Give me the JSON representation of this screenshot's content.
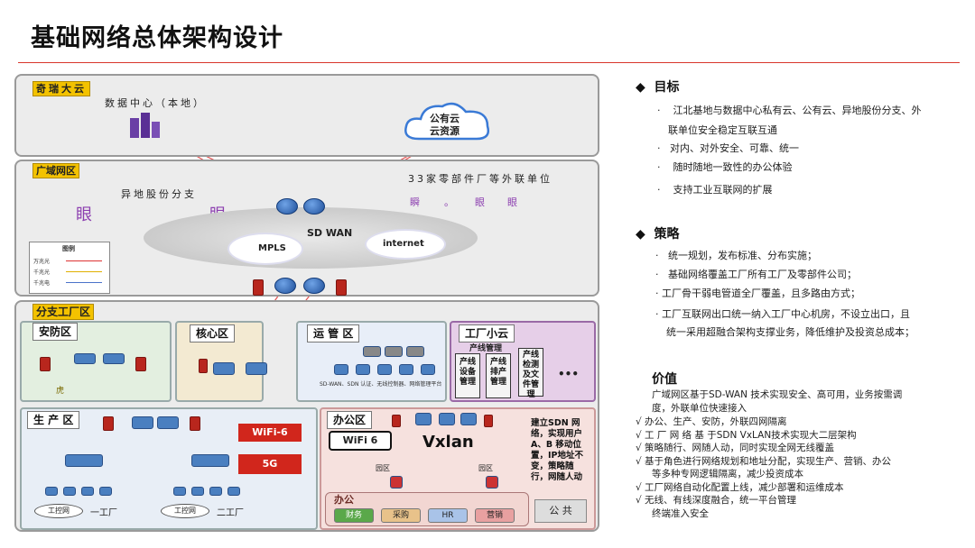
{
  "page": {
    "title": "基础网络总体架构设计"
  },
  "right": {
    "goal": {
      "heading": "目标",
      "items": [
        "江北基地与数据中心私有云、公有云、异地股份分支、外",
        "联单位安全稳定互联互通",
        "对内、对外安全、可靠、统一",
        "随时随地一致性的办公体验",
        "支持工业互联网的扩展"
      ]
    },
    "strategy": {
      "heading": "策略",
      "items": [
        "统一规划，发布标准、分布实施；",
        "基础网络覆盖工厂所有工厂及零部件公司；",
        "工厂骨干弱电管道全厂覆盖，且多路由方式；",
        "工厂互联网出口统一纳入工厂中心机房，不设立出口，且",
        "统一采用超融合架构支撑业务，降低维护及投资总成本；"
      ]
    },
    "value": {
      "heading": "价值",
      "lines": [
        "广域网区基于SD-WAN   技术实现安全、高可用，业务按需调",
        "度，外联单位快速接入",
        "√ 办公、生产、安防，外联四网隔离",
        "√ 工 厂 网 络 基 于SDN    VxLAN技术实现大二层架构",
        "√  策略随行、网随人动，同时实现全网无线覆盖",
        "√  基于角色进行网络规划和地址分配，实现生产、营销、办公",
        "等多种专网逻辑隔离，减少投资成本",
        "√ 工厂网络自动化配置上线，减少部署和运维成本",
        "√  无线、有线深度融合，统一平台管理",
        "终端准入安全"
      ]
    }
  },
  "diagram": {
    "cloud_panel": {
      "tag": "奇瑞大云",
      "datacenter": "数据中心（本地）",
      "public_cloud_1": "公有云",
      "public_cloud_2": "云资源"
    },
    "wan_panel": {
      "tag": "广域网区",
      "branch": "异地股份分支",
      "partners": "33家零部件厂等外联单位",
      "sdwan": "SD  WAN",
      "mpls": "MPLS",
      "internet": "internet",
      "eye_1": "眼",
      "eye_2": "眼",
      "eye_3": "瞬",
      "eye_4": "。",
      "eye_5": "眼",
      "eye_6": "眼",
      "legend_title": "图例",
      "legend_items": [
        "万兆光",
        "千兆光",
        "千兆电"
      ]
    },
    "branch_panel": {
      "tag": "分支工厂区",
      "security": "安防区",
      "security_note": "虎",
      "core": "核心区",
      "ops": "运 管 区",
      "ops_caption": "SD-WAN、SDN  认证、无线控制器、网络管理平台",
      "factory_cloud": "工厂小云",
      "line_mgmt": "产线管理",
      "prod_boxes": [
        "产线设备管理",
        "产线排产管理",
        "产线检测及文件管理"
      ],
      "more": "•••",
      "production": "生 产 区",
      "wifi6": "WiFi-6",
      "five_g": "5G",
      "plant_1": "一工厂",
      "plant_2": "二工厂",
      "ipc_1": "工控网",
      "ipc_2": "工控网",
      "office": "办公区",
      "wifi_logo": "WiFi 6",
      "vxlan": "Vxlan",
      "sdn_note": "建立SDN 网络，实现用户A、B 移动位置，IP地址不变，策略随行，网随人动",
      "park_1": "园区",
      "park_2": "园区",
      "office_group": "办公",
      "dept_finance": "财务",
      "dept_purchase": "采购",
      "dept_hr": "HR",
      "dept_sales": "营销",
      "public": "公 共"
    }
  },
  "colors": {
    "accent_red": "#d9362b",
    "tag_yellow": "#f3c200",
    "zone_green": "#e3efe0",
    "zone_purple": "#e6cfe8",
    "zone_pink": "#f6e1de"
  }
}
